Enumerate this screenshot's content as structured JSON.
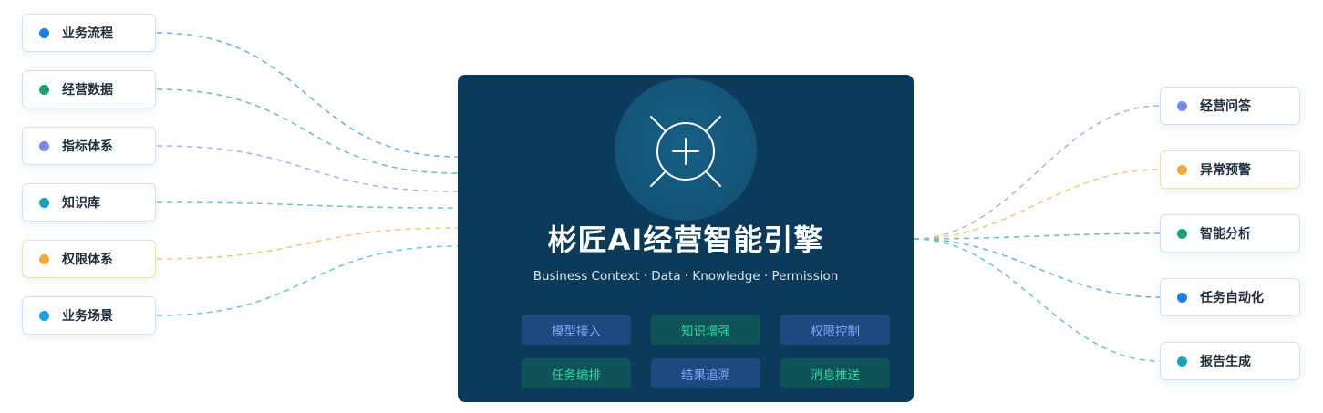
{
  "left_inputs": [
    {
      "label": "业务流程",
      "color": "#1a7fe6"
    },
    {
      "label": "经营数据",
      "color": "#19a07a"
    },
    {
      "label": "指标体系",
      "color": "#7b86ec"
    },
    {
      "label": "知识库",
      "color": "#18a3b9"
    },
    {
      "label": "权限体系",
      "color": "#f0a83a"
    },
    {
      "label": "业务场景",
      "color": "#1ba0e0"
    }
  ],
  "right_outputs": [
    {
      "label": "经营问答",
      "color": "#7b86ec"
    },
    {
      "label": "异常预警",
      "color": "#f0a83a"
    },
    {
      "label": "智能分析",
      "color": "#19a07a"
    },
    {
      "label": "任务自动化",
      "color": "#1a7fe6"
    },
    {
      "label": "报告生成",
      "color": "#18a3b9"
    }
  ],
  "engine": {
    "title": "彬匠AI经营智能引擎",
    "subtitle": "Business Context · Data · Knowledge · Permission",
    "capabilities": [
      {
        "label": "模型接入",
        "style": "blue"
      },
      {
        "label": "知识增强",
        "style": "green"
      },
      {
        "label": "权限控制",
        "style": "blue"
      },
      {
        "label": "任务编排",
        "style": "green"
      },
      {
        "label": "结果追溯",
        "style": "blue"
      },
      {
        "label": "消息推送",
        "style": "green"
      }
    ],
    "emblem_icon": "plus-target-icon"
  },
  "colors": {
    "panel": "#0c3a5b",
    "chip_blue_bg": "#1d4a7e",
    "chip_green_bg": "#0f5358"
  }
}
